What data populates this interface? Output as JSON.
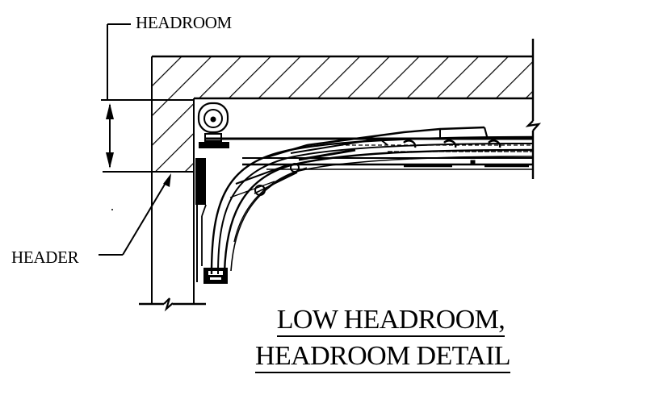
{
  "diagram": {
    "type": "technical-section-drawing",
    "subject": "overhead door track low headroom detail",
    "line_color": "#000000",
    "background_color": "#ffffff"
  },
  "labels": {
    "headroom": "HEADROOM",
    "header": "HEADER"
  },
  "title": {
    "line1": "LOW HEADROOM,",
    "line2": "HEADROOM DETAIL"
  },
  "elements": {
    "ceiling_hatch": "hatched ceiling / structure above",
    "header_wall": "hatched header wall section",
    "headroom_dimension": "vertical dimension with arrows",
    "roller": "track roller / drum",
    "curved_track": "radius track",
    "horizontal_track": "horizontal track assembly",
    "break_lines": [
      "right break line",
      "bottom break line"
    ]
  }
}
